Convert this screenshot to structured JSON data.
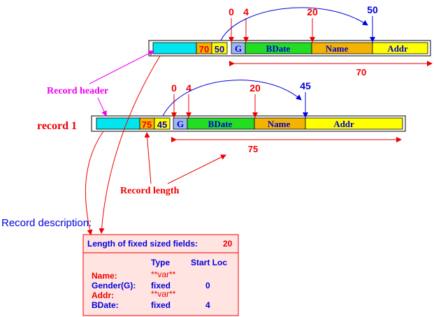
{
  "labels": {
    "record_header": "Record header",
    "record_1": "record 1",
    "record_length": "Record length",
    "record_description": "Record description:"
  },
  "record_top": {
    "length_value": "70",
    "offset_value": "50",
    "fields": [
      "G",
      "BDate",
      "Name",
      "Addr"
    ],
    "offsets": [
      "0",
      "4",
      "20",
      "50"
    ],
    "span_label": "70"
  },
  "record_bottom": {
    "length_value": "75",
    "offset_value": "45",
    "fields": [
      "G",
      "BDate",
      "Name",
      "Addr"
    ],
    "offsets": [
      "0",
      "4",
      "20",
      "45"
    ],
    "span_label": "75"
  },
  "description_box": {
    "length_label": "Length of fixed sized fields:",
    "length_value": "20",
    "col_type": "Type",
    "col_start": "Start Loc",
    "rows": [
      {
        "name": "Name:",
        "type": "**var**",
        "start": ""
      },
      {
        "name": "Gender(G):",
        "type": "fixed",
        "start": "0"
      },
      {
        "name": "Addr:",
        "type": "**var**",
        "start": ""
      },
      {
        "name": "BDate:",
        "type": "fixed",
        "start": "4"
      }
    ]
  },
  "colors": {
    "header": "#00e5ee",
    "g_field": "#9fb6ee",
    "bdate_field": "#22dd22",
    "name_field": "#f2b400",
    "addr_field": "#ffff00",
    "red": "#ee0000",
    "blue": "#0000dd",
    "magenta": "#ee00ee",
    "box_fill": "#ffe4e1"
  }
}
